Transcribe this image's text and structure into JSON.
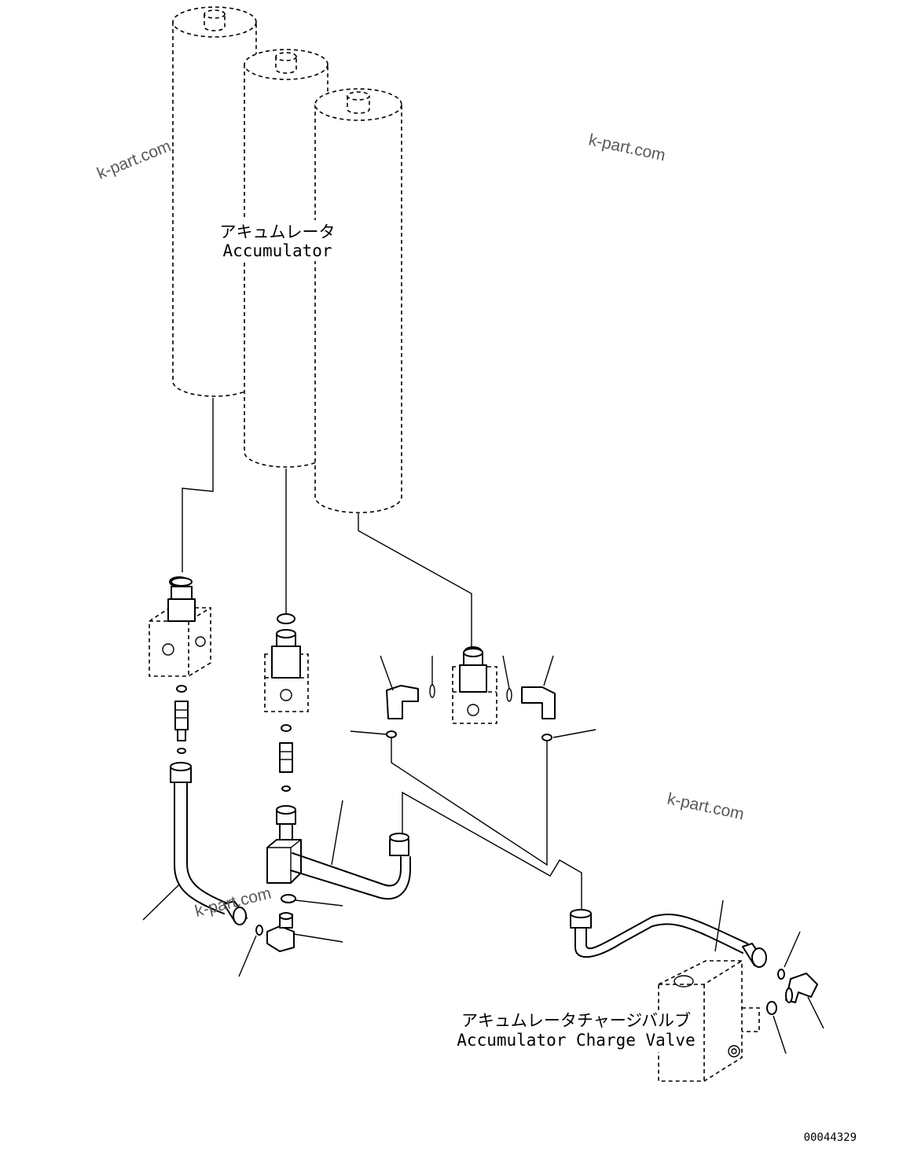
{
  "labels": {
    "accumulator_jp": "アキュムレータ",
    "accumulator_en": "Accumulator",
    "charge_valve_jp": "アキュムレータチャージバルブ",
    "charge_valve_en": "Accumulator Charge Valve"
  },
  "watermarks": [
    "k-part.com",
    "k-part.com",
    "k-part.com",
    "k-part.com"
  ],
  "figure_code": "00044329"
}
